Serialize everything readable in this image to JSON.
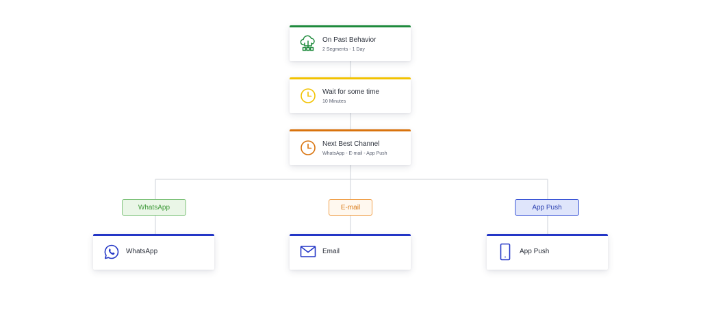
{
  "colors": {
    "green": "#1e8a3c",
    "yellow": "#f2c200",
    "orange": "#d9730d",
    "blue": "#2336c6",
    "connector": "#d6d9de"
  },
  "steps": [
    {
      "title": "On Past Behavior",
      "subtitle": "2 Segments - 1 Day",
      "icon": "cloud-network-icon"
    },
    {
      "title": "Wait for some time",
      "subtitle": "10 Minutes",
      "icon": "clock-icon"
    },
    {
      "title": "Next Best Channel",
      "subtitle": "WhatsApp - E-mail - App Push",
      "icon": "clock-icon"
    }
  ],
  "branch_tags": {
    "whatsapp": "WhatsApp",
    "email": "E-mail",
    "app_push": "App Push"
  },
  "channels": {
    "whatsapp": {
      "label": "WhatsApp",
      "icon": "whatsapp-icon"
    },
    "email": {
      "label": "Email",
      "icon": "envelope-icon"
    },
    "app_push": {
      "label": "App Push",
      "icon": "mobile-phone-icon"
    }
  }
}
